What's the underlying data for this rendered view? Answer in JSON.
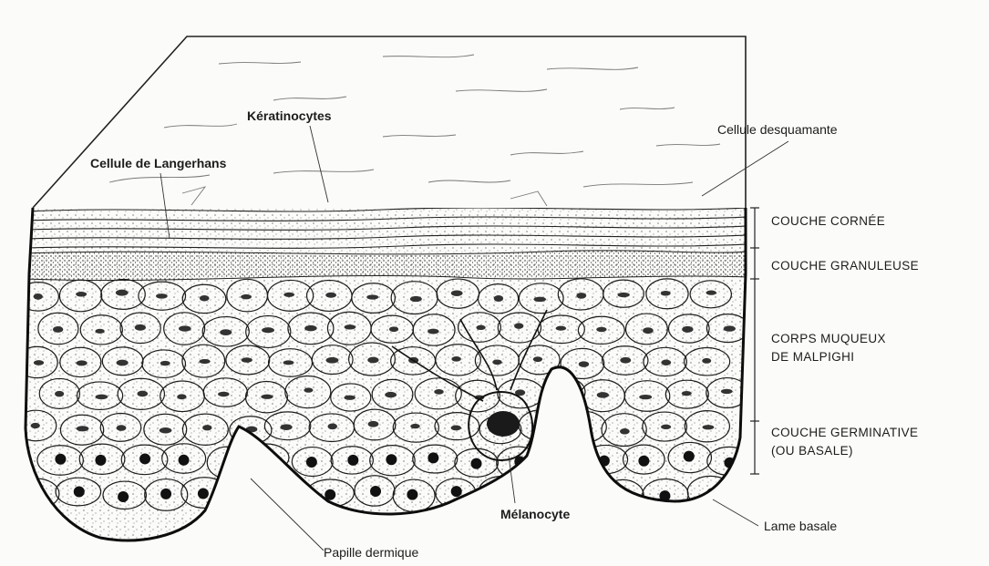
{
  "labels": {
    "keratinocytes": "Kératinocytes",
    "langerhans": "Cellule de Langerhans",
    "desquamante": "Cellule desquamante",
    "melanocyte": "Mélanocyte",
    "papille": "Papille dermique",
    "lame": "Lame basale"
  },
  "layers": {
    "cornee": "COUCHE CORNÉE",
    "granuleuse": "COUCHE GRANULEUSE",
    "malpighi_line1": "CORPS MUQUEUX",
    "malpighi_line2": "DE MALPIGHI",
    "germinative_line1": "COUCHE GERMINATIVE",
    "germinative_line2": "(OU BASALE)"
  },
  "colors": {
    "ink": "#1a1a1a",
    "paper": "#fbfbf9"
  }
}
